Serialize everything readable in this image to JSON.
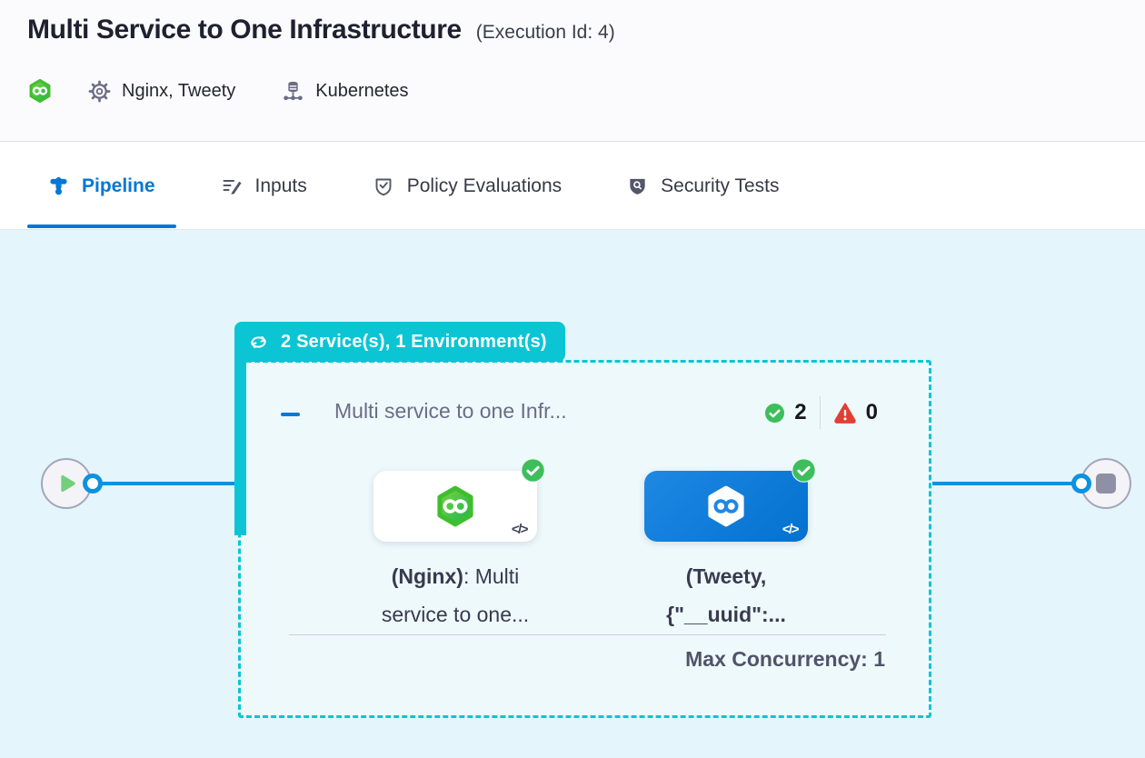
{
  "header": {
    "title": "Multi Service to One Infrastructure",
    "execution_id": "(Execution Id: 4)",
    "services": "Nginx, Tweety",
    "infrastructure": "Kubernetes"
  },
  "tabs": [
    {
      "label": "Pipeline"
    },
    {
      "label": "Inputs"
    },
    {
      "label": "Policy Evaluations"
    },
    {
      "label": "Security Tests"
    }
  ],
  "active_tab": "Pipeline",
  "pipeline": {
    "group_badge": "2 Service(s), 1 Environment(s)",
    "stage": {
      "name": "Multi service to one Infr...",
      "success_count": "2",
      "failed_count": "0",
      "max_concurrency": "Max Concurrency: 1",
      "nodes": [
        {
          "service": "Nginx",
          "line1_bold": "(Nginx)",
          "line1_rest": ": Multi",
          "line2": "service to one...",
          "code_glyph": "</>"
        },
        {
          "service": "Tweety",
          "line1_bold": "(Tweety,",
          "line1_rest": "",
          "line2": "{\"__uuid\":...",
          "code_glyph": "</>"
        }
      ]
    }
  },
  "icons": {
    "harness_logo": "green-hexagon-infinity",
    "services": "gear",
    "infrastructure": "server-network",
    "pipeline_tab": "pipeline-plunger",
    "inputs_tab": "lines-pencil",
    "policy_tab": "shield-check",
    "security_tab": "shield-scan",
    "group_badge": "loop-arrows",
    "success": "check-circle",
    "failure": "warning-triangle",
    "start": "play",
    "end": "stop"
  },
  "colors": {
    "teal": "#0CC5D4",
    "tab_active_blue": "#0278D5",
    "connector_blue": "#0B92E1",
    "success_green": "#3DBE5B",
    "error_red": "#E23F33",
    "canvas_bg": "#E4F5FB",
    "node_card_blue": "#0F7DD9",
    "harness_green": "#3FBE2C"
  }
}
